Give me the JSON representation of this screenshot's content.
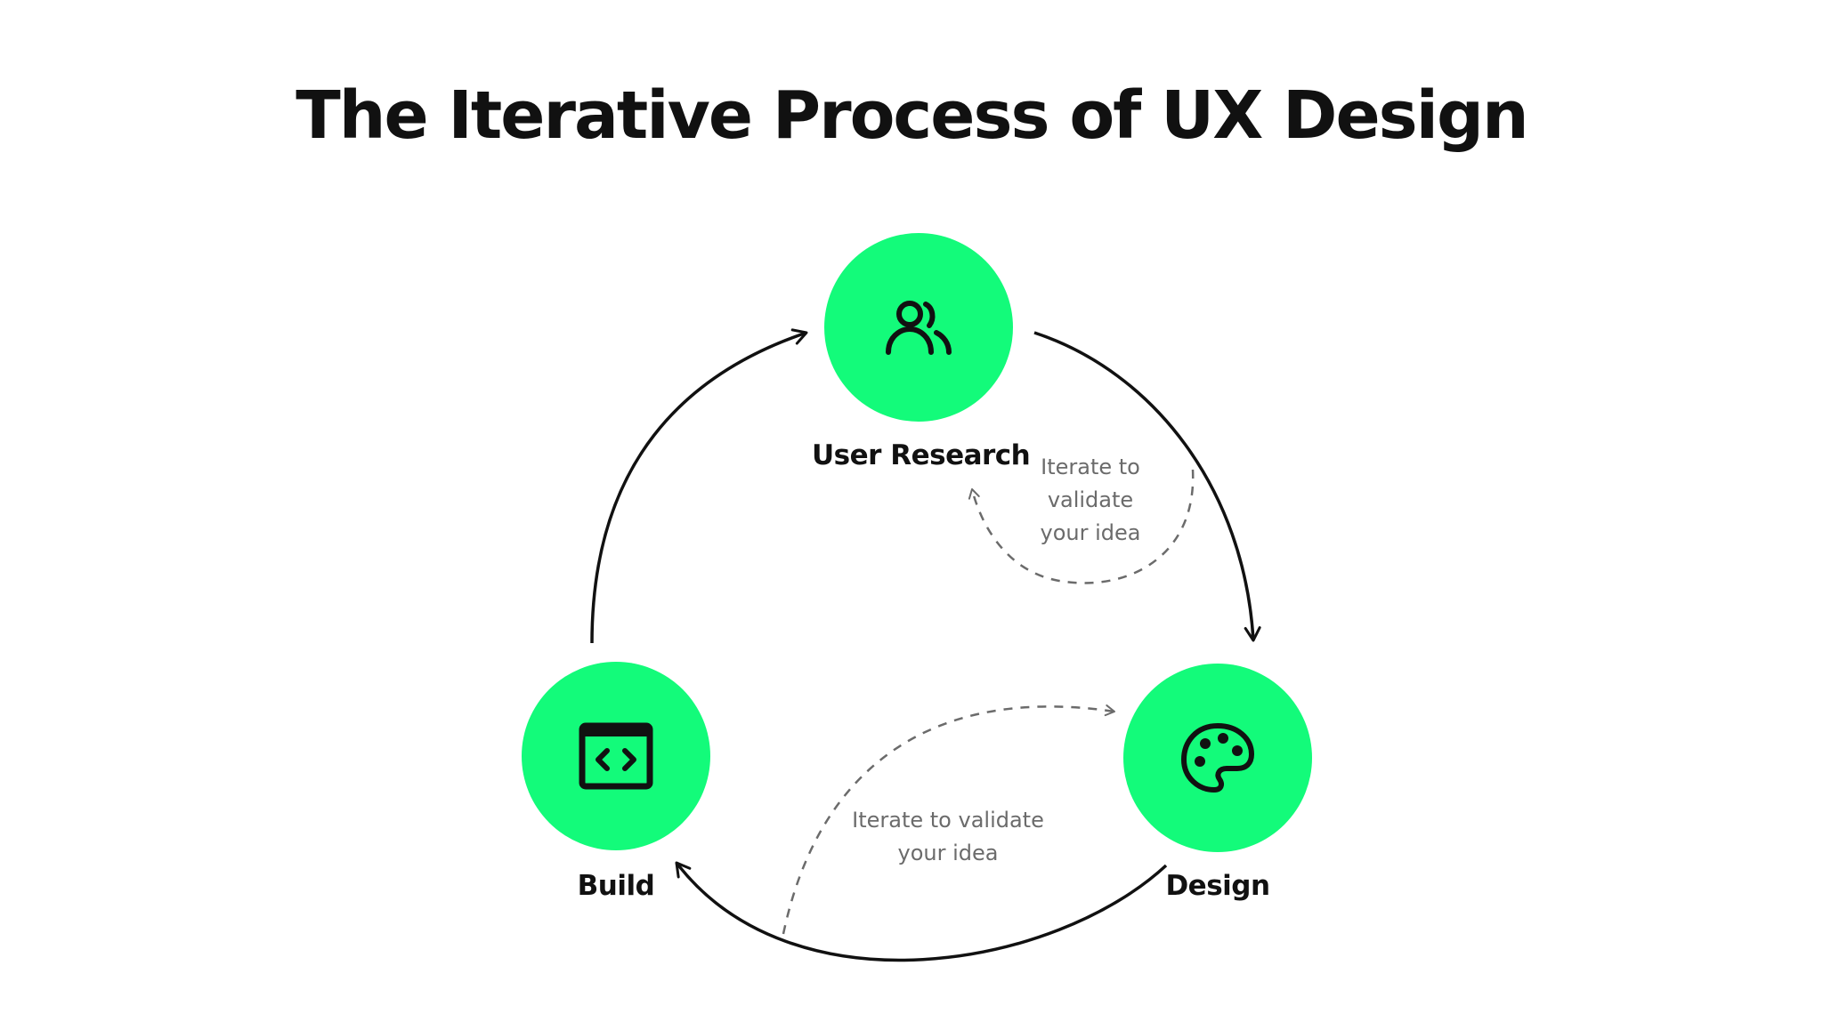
{
  "title": "The Iterative Process of UX Design",
  "nodes": [
    {
      "label": "User Research",
      "icon": "users-icon"
    },
    {
      "label": "Design",
      "icon": "palette-icon"
    },
    {
      "label": "Build",
      "icon": "code-window-icon"
    }
  ],
  "notes": {
    "research_loop": "Iterate to validate your idea",
    "build_to_design": "Iterate to validate your idea"
  },
  "colors": {
    "node_fill": "#13fb7a",
    "title": "#111111",
    "arrow": "#111111",
    "dashed_arrow": "#6b6b6b"
  }
}
